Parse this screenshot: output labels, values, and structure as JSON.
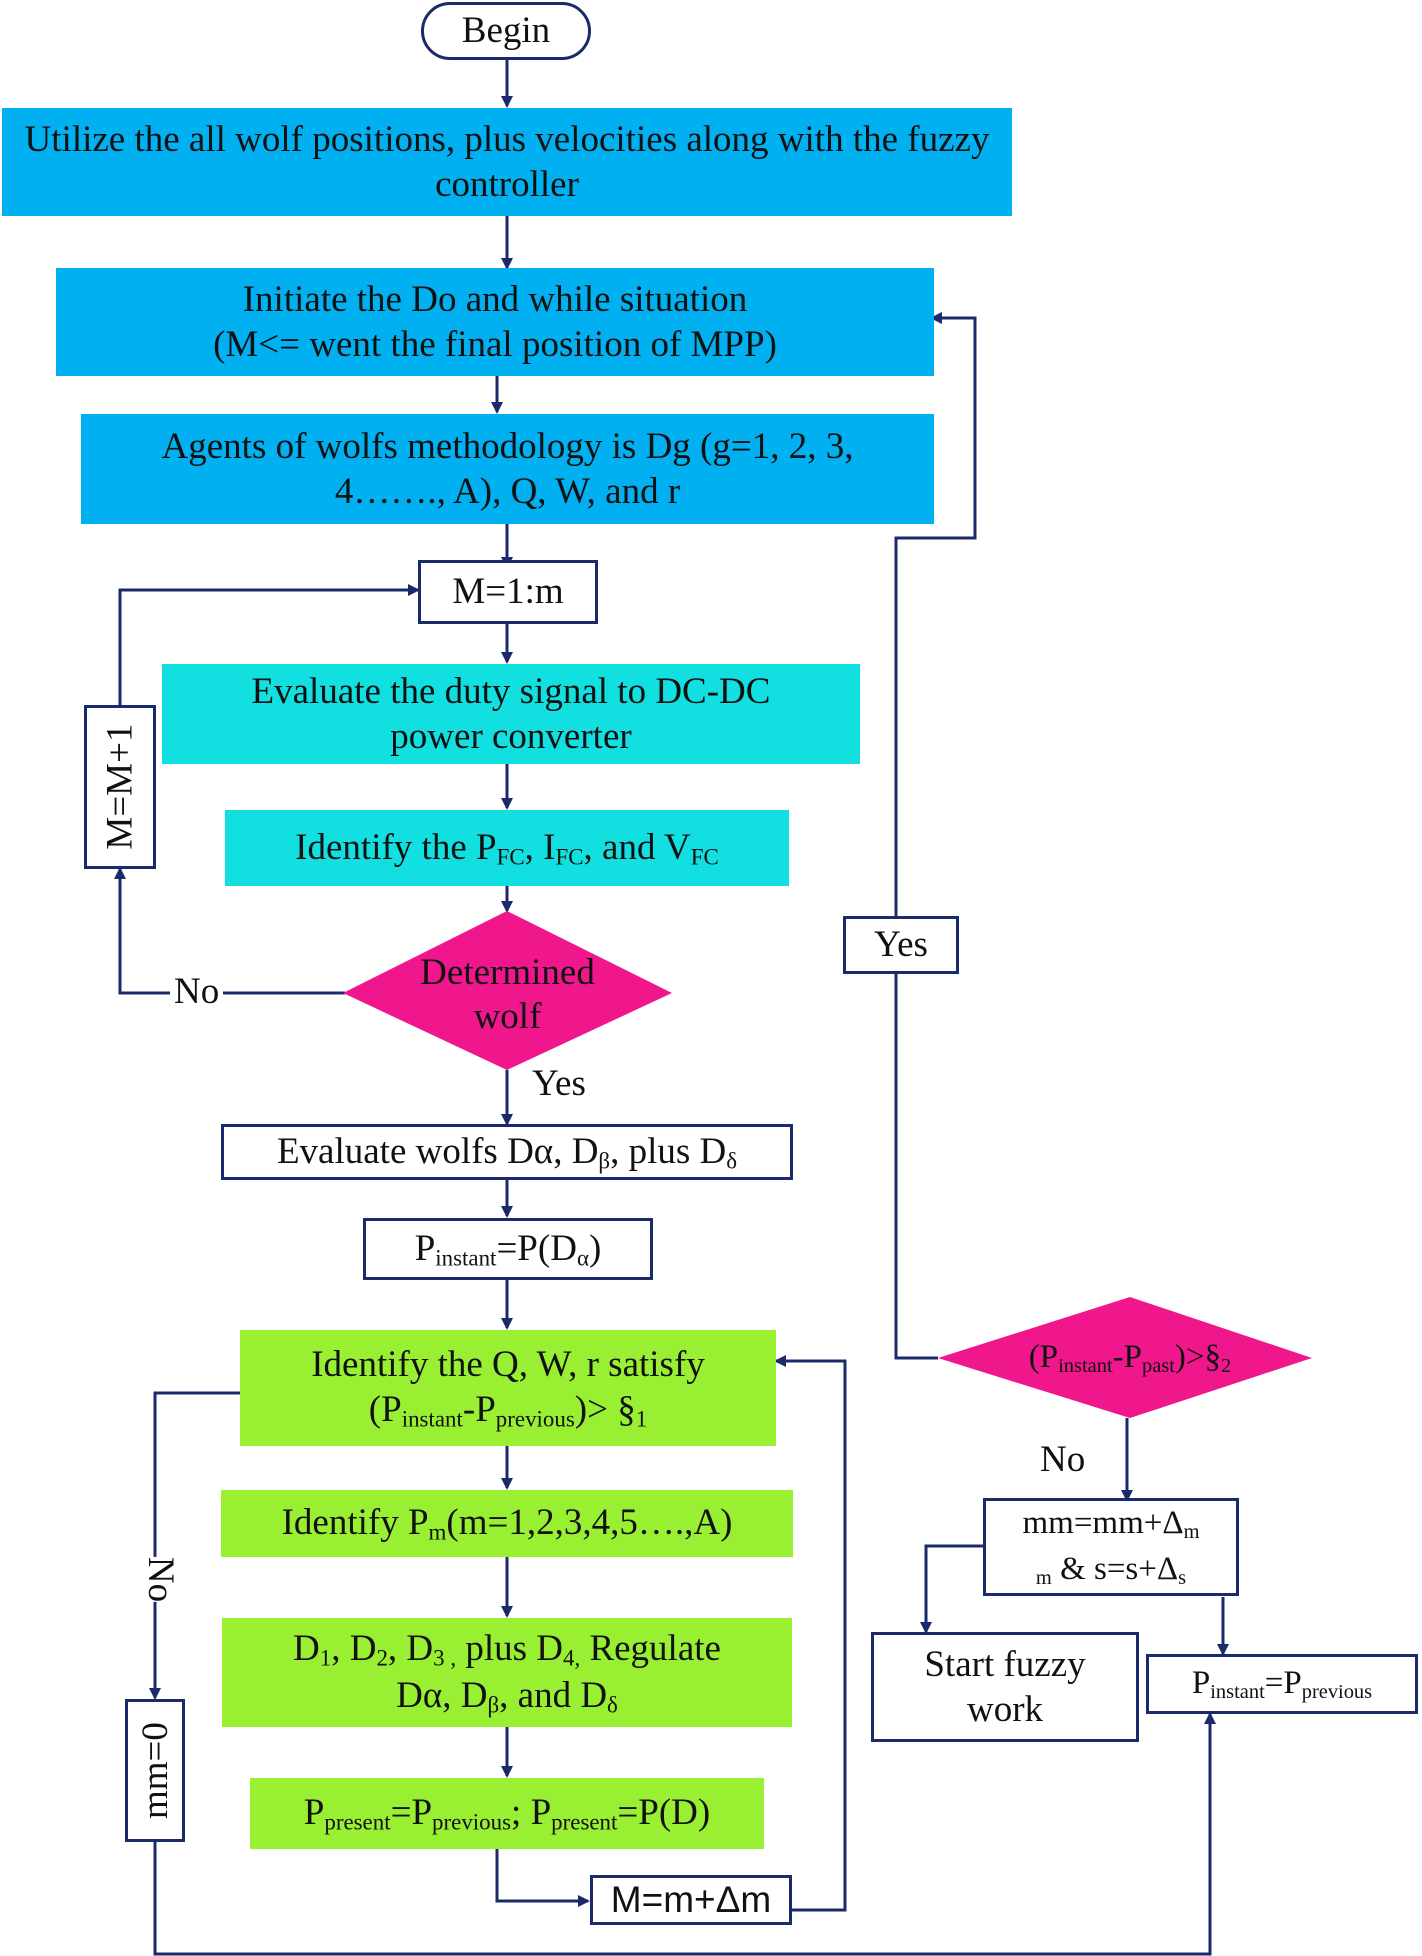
{
  "nodes": {
    "begin": "Begin",
    "utilize": "Utilize the all wolf positions, plus velocities along with the fuzzy controller",
    "initiate": [
      "Initiate the Do and while situation",
      "(M<= went the final position of MPP)"
    ],
    "agents": "Agents of wolfs methodology is Dg (g=1, 2, 3, 4……., A), Q, W, and r",
    "loop_m": "M=1:m",
    "increment_m": "M=M+1",
    "evaluate_duty": "Evaluate the duty signal to DC-DC power converter",
    "identify_pfc": {
      "a": "Identify the P",
      "s1": "FC",
      "b": ", I",
      "s2": "FC",
      "c": ", and V",
      "s3": "FC"
    },
    "decision_wolf": [
      "Determined",
      "wolf"
    ],
    "label_no_1": "No",
    "label_yes_1": "Yes",
    "evaluate_wolfs": {
      "a": "Evaluate wolfs Dα, D",
      "s1": "β",
      "b": ", plus D",
      "s2": "δ"
    },
    "p_instant": {
      "a": "P",
      "s1": "instant",
      "b": "=P(D",
      "s2": "α",
      "c": ")"
    },
    "identify_qwr": {
      "line1": "Identify the Q, W, r satisfy",
      "a": "(P",
      "s1": "instant",
      "b": "-P",
      "s2": "previous",
      "c": ")> §",
      "s3": "1"
    },
    "identify_pm": {
      "a": "Identify P",
      "s1": "m",
      "b": "(m=1,2,3,4,5….,A)"
    },
    "regulate": {
      "a": "D",
      "s1": "1",
      "b": ", D",
      "s2": "2",
      "c": ", D",
      "s3": "3 ,",
      "d": " plus D",
      "s4": "4,",
      "e": " Regulate",
      "f": "Dα, D",
      "s5": "β",
      "g": ", and D",
      "s6": "δ"
    },
    "p_present": {
      "a": "P",
      "s1": "present",
      "b": "=P",
      "s2": "previous",
      "c": "; P",
      "s3": "present",
      "d": "=P(D)"
    },
    "m_update": "M=m+Δm",
    "mm_zero": "mm=0",
    "label_no_2": "No",
    "decision_past": {
      "a": "(P",
      "s1": "instant",
      "b": "-P",
      "s2": "past",
      "c": ")>§",
      "s3": "2"
    },
    "label_yes_2": "Yes",
    "label_no_3": "No",
    "mm_update": {
      "a": "mm=mm+Δ",
      "s1": "m",
      "b": "m",
      "c": " & s=s+Δ",
      "s2": "s"
    },
    "start_fuzzy": "Start fuzzy work",
    "p_instant_prev": {
      "a": "P",
      "s1": "instant",
      "b": "=P",
      "s2": "previous"
    }
  },
  "colors": {
    "process_blue": "#00b0f0",
    "process_cyan": "#11dfe0",
    "process_green": "#99f033",
    "decision_magenta": "#f0168c",
    "connector_navy": "#1b2a6b"
  }
}
